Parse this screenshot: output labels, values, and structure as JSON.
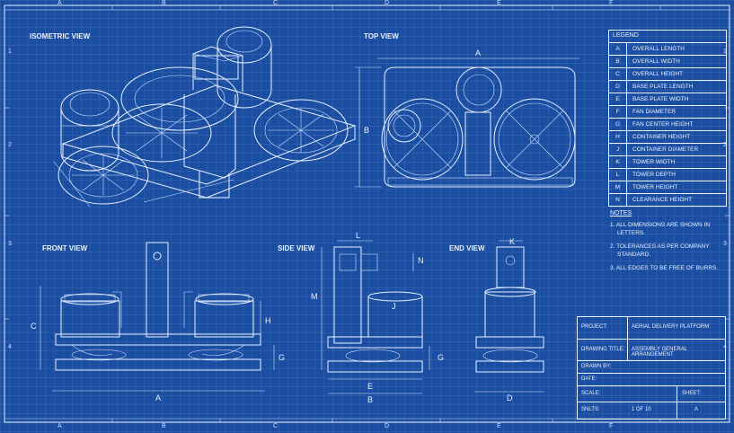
{
  "frame": {
    "columns": [
      "A",
      "B",
      "C",
      "D",
      "E",
      "F"
    ],
    "rows": [
      "1",
      "2",
      "3",
      "4"
    ]
  },
  "views": {
    "isometric": "ISOMETRIC VIEW",
    "top": "TOP VIEW",
    "front": "FRONT VIEW",
    "side": "SIDE VIEW",
    "end": "END VIEW"
  },
  "dims": {
    "top_a": "A",
    "top_b": "B",
    "front_a": "A",
    "front_c": "C",
    "front_h": "H",
    "front_g": "G",
    "side_l": "L",
    "side_n": "N",
    "side_m": "M",
    "side_j": "J",
    "side_g": "G",
    "side_e": "E",
    "side_b": "B",
    "end_k": "K",
    "end_d": "D"
  },
  "legend": {
    "title": "LEGEND",
    "items": [
      {
        "key": "A",
        "label": "OVERALL LENGTH"
      },
      {
        "key": "B",
        "label": "OVERALL WIDTH"
      },
      {
        "key": "C",
        "label": "OVERALL HEIGHT"
      },
      {
        "key": "D",
        "label": "BASE PLATE LENGTH"
      },
      {
        "key": "E",
        "label": "BASE PLATE WIDTH"
      },
      {
        "key": "F",
        "label": "FAN DIAMETER"
      },
      {
        "key": "G",
        "label": "FAN CENTER HEIGHT"
      },
      {
        "key": "H",
        "label": "CONTAINER HEIGHT"
      },
      {
        "key": "J",
        "label": "CONTAINER DIAMETER"
      },
      {
        "key": "K",
        "label": "TOWER WIDTH"
      },
      {
        "key": "L",
        "label": "TOWER DEPTH"
      },
      {
        "key": "M",
        "label": "TOWER HEIGHT"
      },
      {
        "key": "N",
        "label": "CLEARANCE HEIGHT"
      }
    ]
  },
  "notes": {
    "title": "NOTES",
    "items": [
      "1. ALL DIMENSIONS ARE SHOWN IN LETTERS.",
      "2. TOLERANCES AS PER COMPANY STANDARD.",
      "3. ALL EDGES TO BE FREE OF BURRS."
    ]
  },
  "title_block": {
    "project_key": "PROJECT:",
    "project_val": "AERIAL DELIVERY PLATFORM",
    "drawing_key": "DRAWING TITLE:",
    "drawing_val": "ASSEMBLY GENERAL ARRANGEMENT",
    "drawn_key": "DRAWN BY:",
    "date_key": "DATE:",
    "scale_key": "SCALE:",
    "sheet_key": "SHEET:",
    "units_key": "SNLTS:",
    "units_val": "1 OF 10",
    "sheet_val": "A"
  }
}
